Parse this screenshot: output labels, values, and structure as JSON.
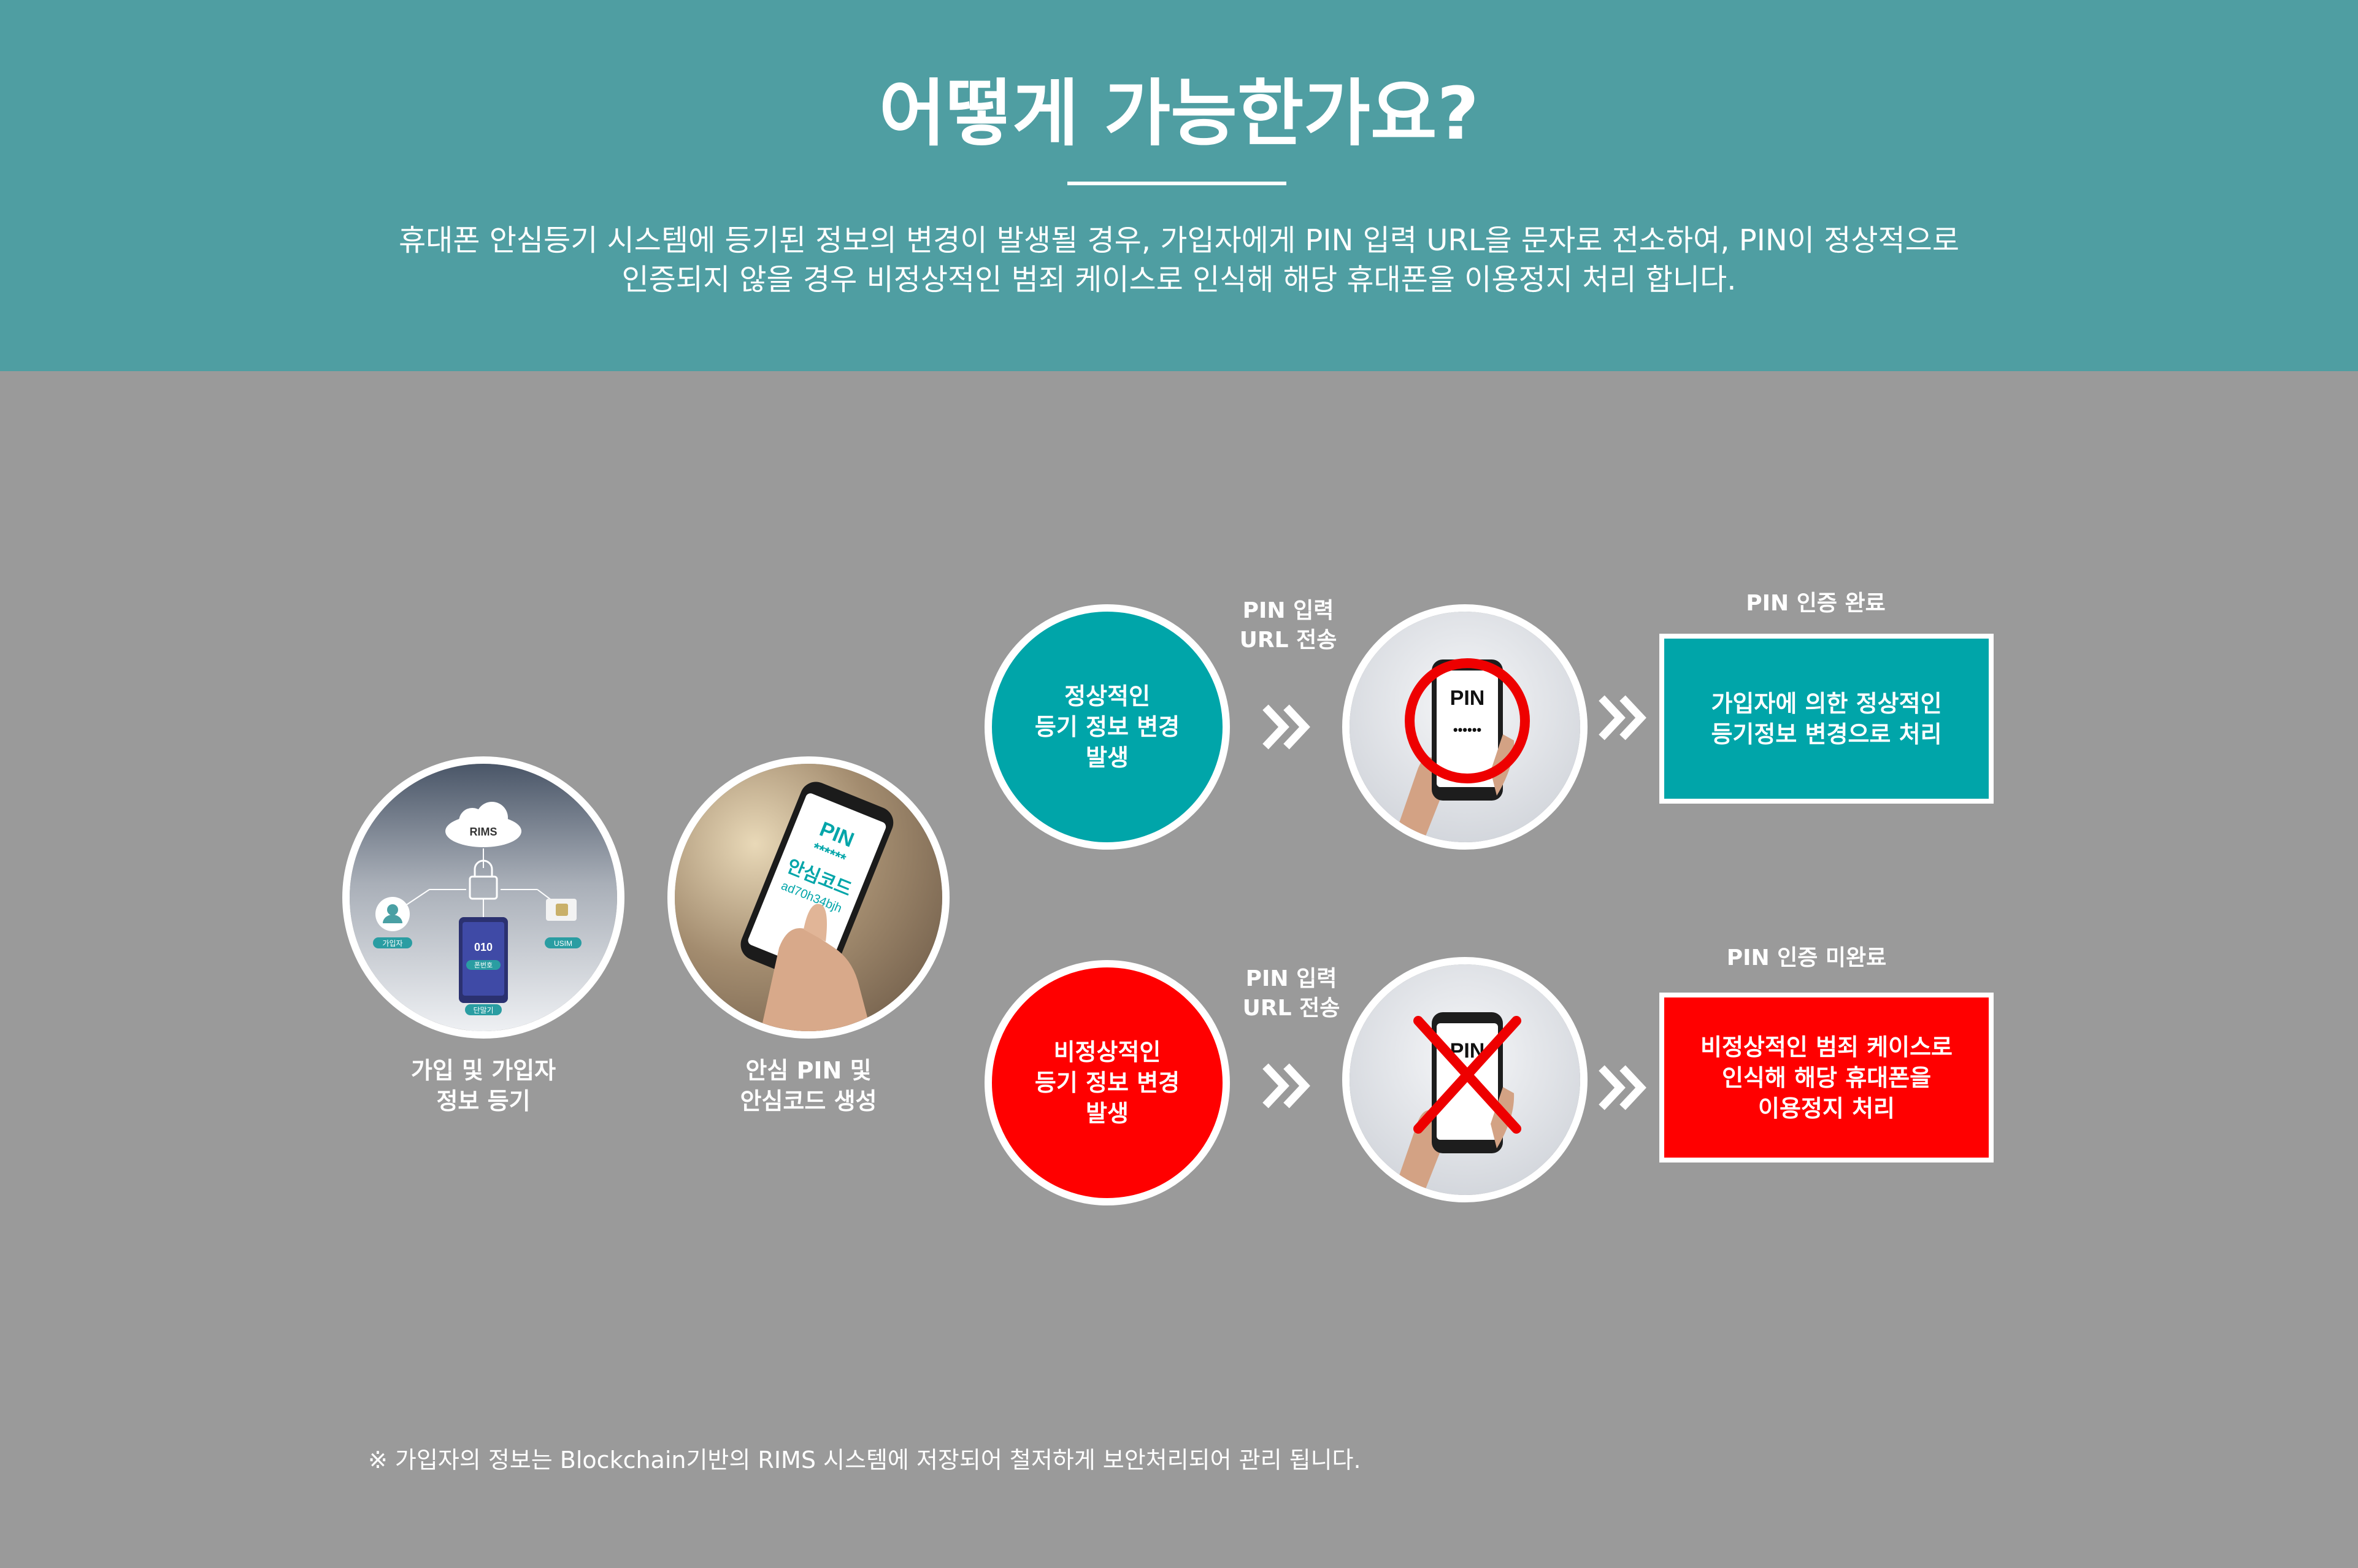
{
  "header": {
    "title": "어떻게 가능한가요?",
    "description_line1": "휴대폰 안심등기 시스템에 등기된 정보의 변경이 발생될 경우, 가입자에게 PIN 입력 URL을 문자로 전소하여, PIN이 정상적으로",
    "description_line2": "인증되지 않을 경우 비정상적인 범죄 케이스로 인식해 해당 휴대폰을 이용정지 처리 합니다."
  },
  "step1": {
    "caption": "가입 및 가입자\n정보 등기",
    "icon_labels": {
      "cloud": "RIMS",
      "subscriber": "가입자",
      "usim": "USIM",
      "phone_number_digits": "010",
      "phone_number": "폰번호",
      "device": "단말기"
    }
  },
  "step2": {
    "caption": "안심 PIN 및\n안심코드 생성",
    "screen": {
      "pin": "PIN",
      "stars": "******",
      "code_label": "안심코드",
      "code": "ad70h34bjh"
    }
  },
  "normal_flow": {
    "circle_text": "정상적인\n등기 정보 변경\n발생",
    "pin_label": "PIN 입력\nURL 전송",
    "phone_screen_text": "PIN",
    "phone_screen_dots": "••••••",
    "status_label": "PIN 인증 완료",
    "result": "가입자에 의한 정상적인\n등기정보 변경으로 처리",
    "color": "#00a5a9"
  },
  "abnormal_flow": {
    "circle_text": "비정상적인\n등기 정보 변경\n발생",
    "pin_label": "PIN 입력\nURL 전송",
    "phone_screen_text": "PIN",
    "status_label": "PIN 인증 미완료",
    "result": "비정상적인 범죄 케이스로\n인식해 해당 휴대폰을\n이용정지 처리",
    "color": "#ff0000"
  },
  "footnote": "※ 가입자의 정보는 Blockchain기반의 RIMS 시스템에 저장되어 철저하게 보안처리되어 관리 됩니다.",
  "colors": {
    "header_bg": "#4f9ea2",
    "page_bg": "#9a9a9a",
    "teal": "#00a5a9",
    "red": "#ff0000"
  }
}
